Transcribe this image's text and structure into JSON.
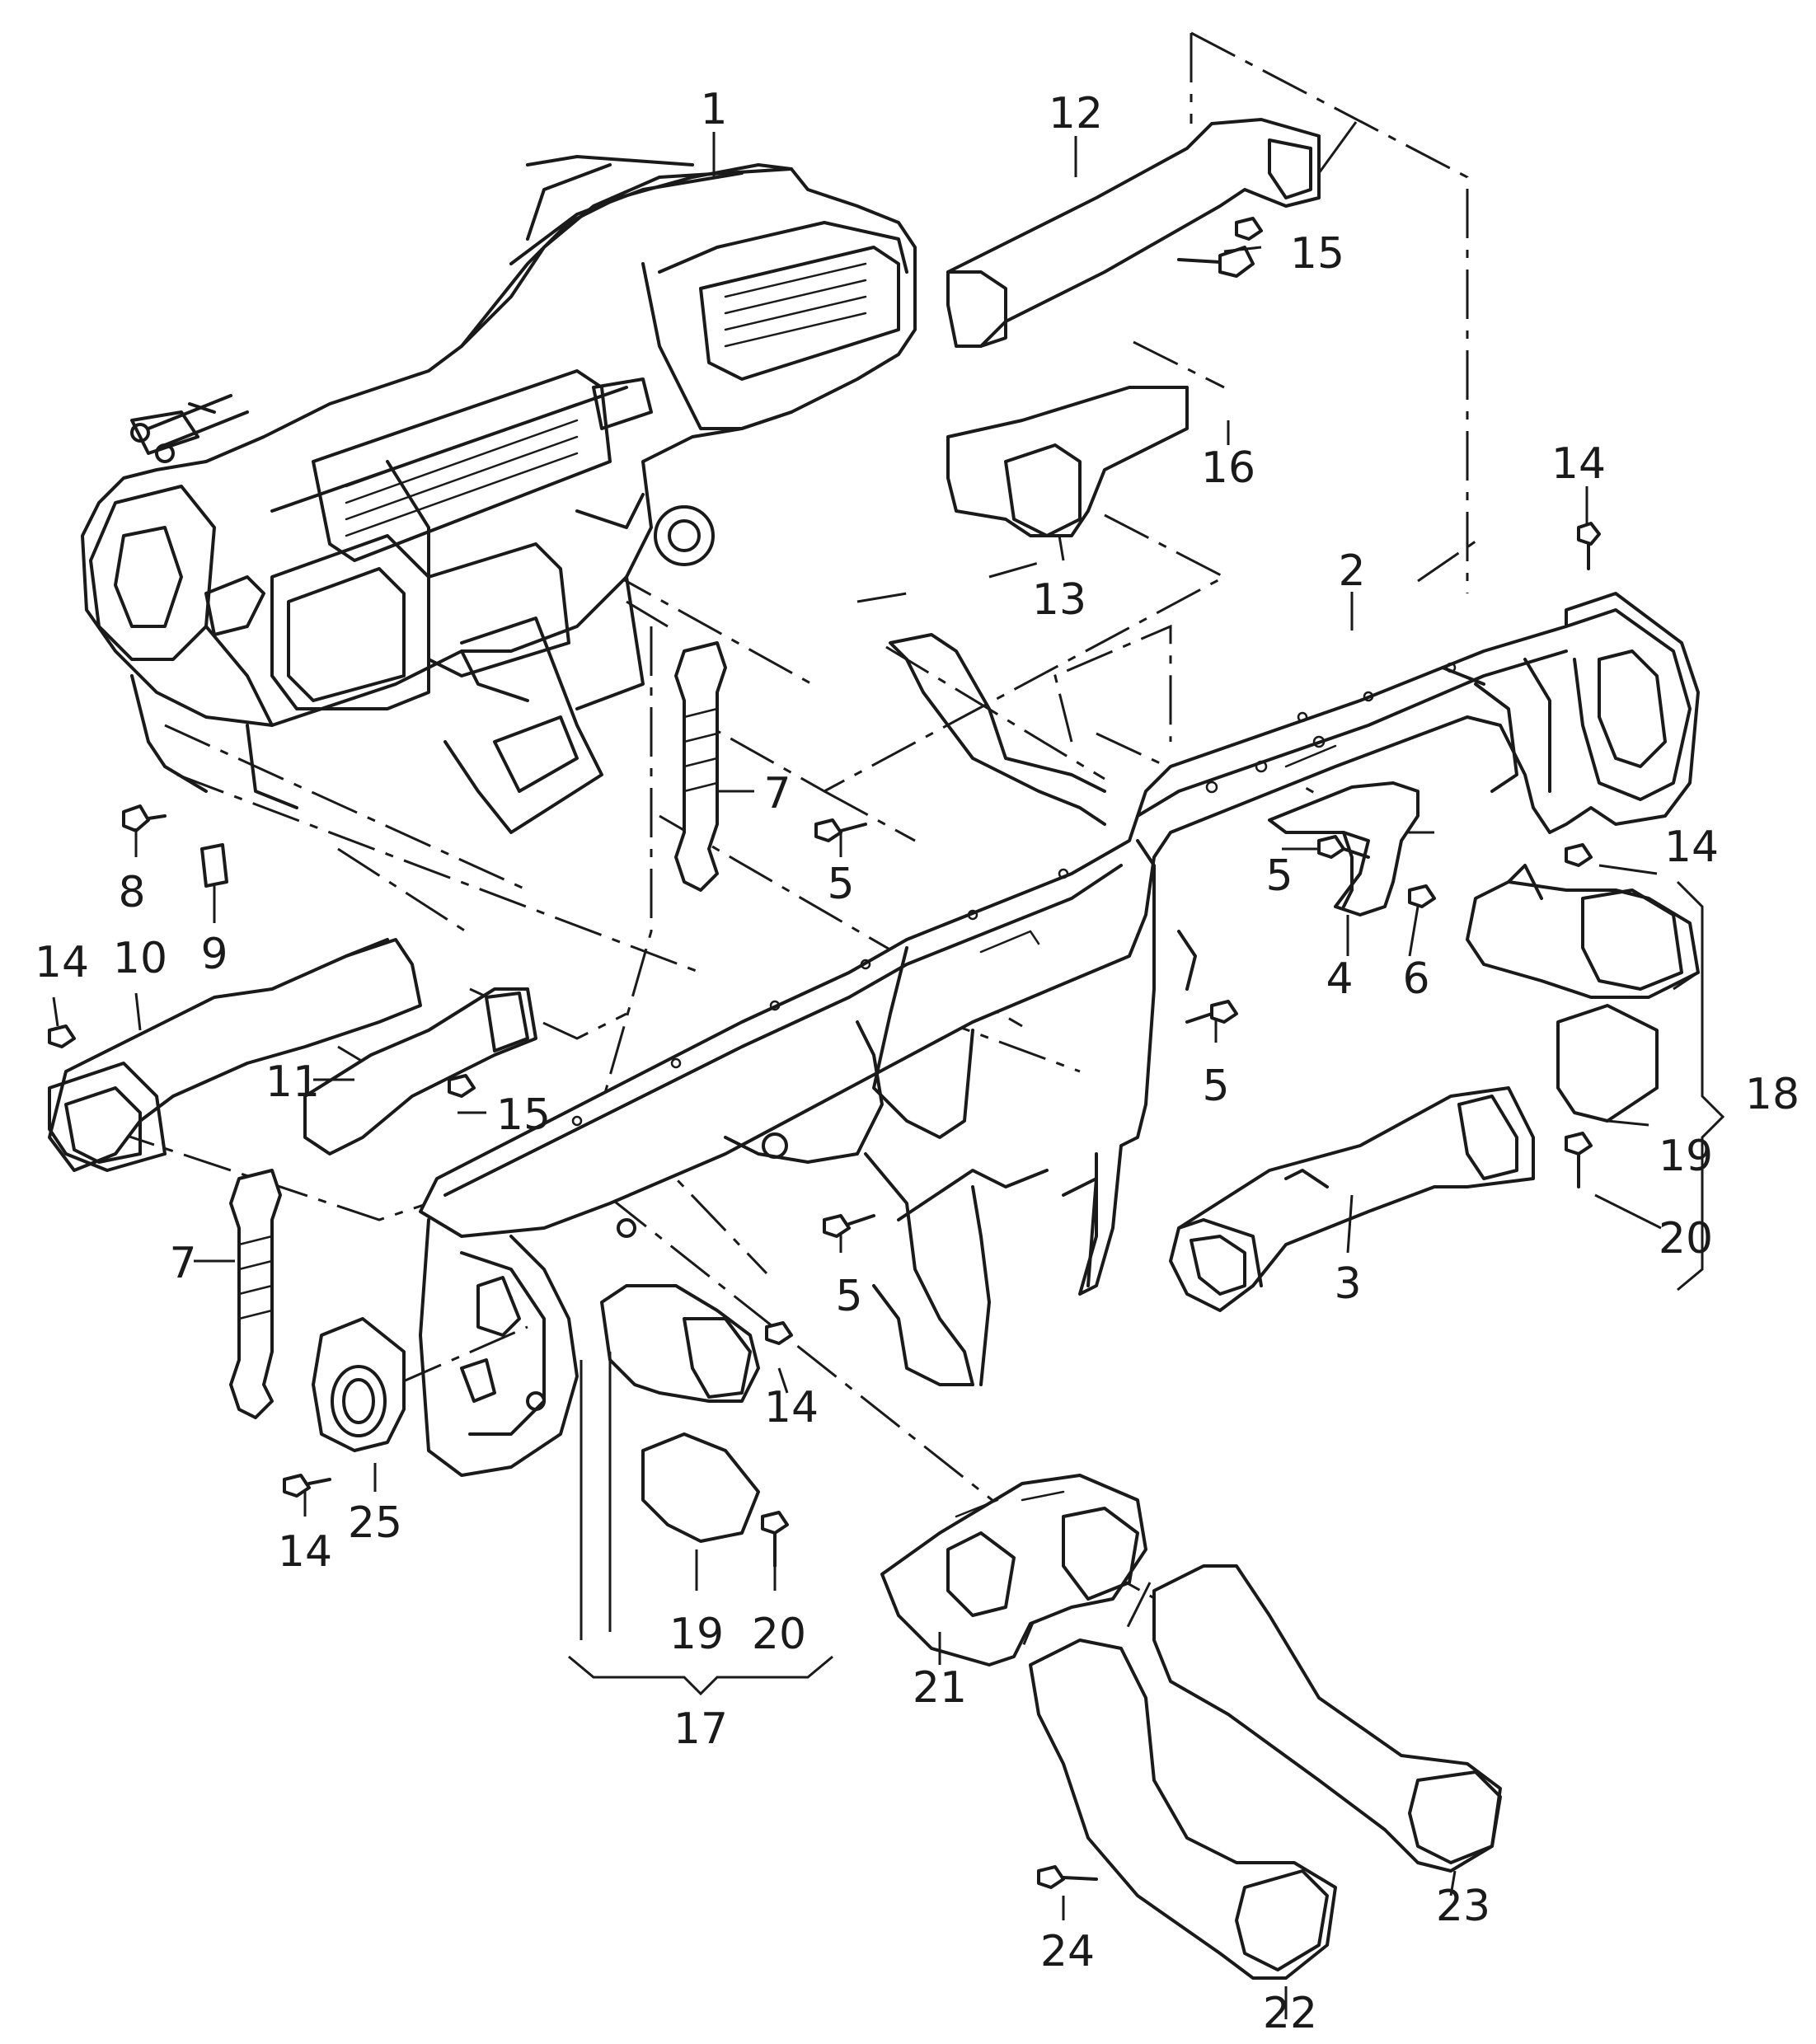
{
  "diagram": {
    "callouts": [
      {
        "id": "c1",
        "label": "1"
      },
      {
        "id": "c2",
        "label": "2"
      },
      {
        "id": "c3",
        "label": "3"
      },
      {
        "id": "c4",
        "label": "4"
      },
      {
        "id": "c5a",
        "label": "5"
      },
      {
        "id": "c5b",
        "label": "5"
      },
      {
        "id": "c5c",
        "label": "5"
      },
      {
        "id": "c5d",
        "label": "5"
      },
      {
        "id": "c6",
        "label": "6"
      },
      {
        "id": "c7a",
        "label": "7"
      },
      {
        "id": "c7b",
        "label": "7"
      },
      {
        "id": "c8",
        "label": "8"
      },
      {
        "id": "c9",
        "label": "9"
      },
      {
        "id": "c10",
        "label": "10"
      },
      {
        "id": "c11",
        "label": "11"
      },
      {
        "id": "c12",
        "label": "12"
      },
      {
        "id": "c13",
        "label": "13"
      },
      {
        "id": "c14a",
        "label": "14"
      },
      {
        "id": "c14b",
        "label": "14"
      },
      {
        "id": "c14c",
        "label": "14"
      },
      {
        "id": "c14d",
        "label": "14"
      },
      {
        "id": "c14e",
        "label": "14"
      },
      {
        "id": "c15a",
        "label": "15"
      },
      {
        "id": "c15b",
        "label": "15"
      },
      {
        "id": "c16",
        "label": "16"
      },
      {
        "id": "c17",
        "label": "17"
      },
      {
        "id": "c18",
        "label": "18"
      },
      {
        "id": "c19a",
        "label": "19"
      },
      {
        "id": "c19b",
        "label": "19"
      },
      {
        "id": "c20a",
        "label": "20"
      },
      {
        "id": "c20b",
        "label": "20"
      },
      {
        "id": "c21",
        "label": "21"
      },
      {
        "id": "c22",
        "label": "22"
      },
      {
        "id": "c23",
        "label": "23"
      },
      {
        "id": "c24",
        "label": "24"
      },
      {
        "id": "c25",
        "label": "25"
      }
    ]
  }
}
